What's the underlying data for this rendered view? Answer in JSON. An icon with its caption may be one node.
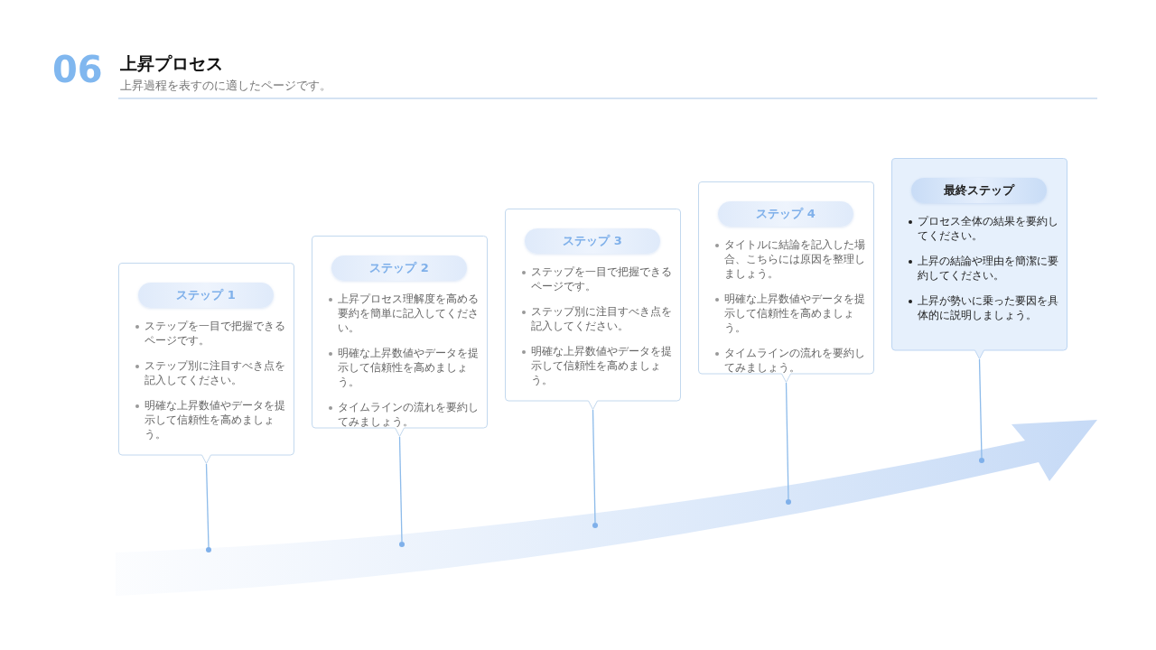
{
  "diagram": {
    "title": "上昇プロセス",
    "nodes": [
      {
        "text": [
          "ステップ 1",
          "ステップを一目で把握できるページです。",
          "ステップ別に注目すべき点を記入してください。",
          "明確な上昇数値やデータを提示して信頼性を高めましょう。"
        ]
      },
      {
        "text": [
          "ステップ 2",
          "上昇プロセス理解度を高める要約を簡単に記入してください。",
          "明確な上昇数値やデータを提示して信頼性を高めましょう。",
          "タイムラインの流れを要約してみましょう。"
        ]
      },
      {
        "text": [
          "ステップ 3",
          "ステップを一目で把握できるページです。",
          "ステップ別に注目すべき点を記入してください。",
          "明確な上昇数値やデータを提示して信頼性を高めましょう。"
        ]
      },
      {
        "text": [
          "ステップ 4",
          "タイトルに結論を記入した場合、こちらには原因を整理しましょう。",
          "明確な上昇数値やデータを提示して信頼性を高めましょう。",
          "タイムラインの流れを要約してみましょう。"
        ]
      },
      {
        "text": [
          "最終ステップ",
          "プロセス全体の結果を要約してください。",
          "上昇の結論や理由を簡潔に要約してください。",
          "上昇が勢いに乗った要因を具体的に説明しましょう。"
        ]
      },
      {
        "text": [],
        "shape": "circle"
      },
      {
        "text": [],
        "shape": "circle"
      },
      {
        "text": [],
        "shape": "circle"
      },
      {
        "text": [],
        "shape": "circle"
      },
      {
        "text": [],
        "shape": "circle"
      }
    ],
    "edges": [
      {
        "from": 0,
        "to": 5,
        "arrow": "none"
      },
      {
        "from": 1,
        "to": 6,
        "arrow": "none"
      },
      {
        "from": 2,
        "to": 7,
        "arrow": "none"
      },
      {
        "from": 3,
        "to": 8,
        "arrow": "none"
      },
      {
        "from": 4,
        "to": 9,
        "arrow": "none"
      }
    ],
    "labels": [
      "06",
      "上昇過程を表すのに適したページです。"
    ]
  }
}
